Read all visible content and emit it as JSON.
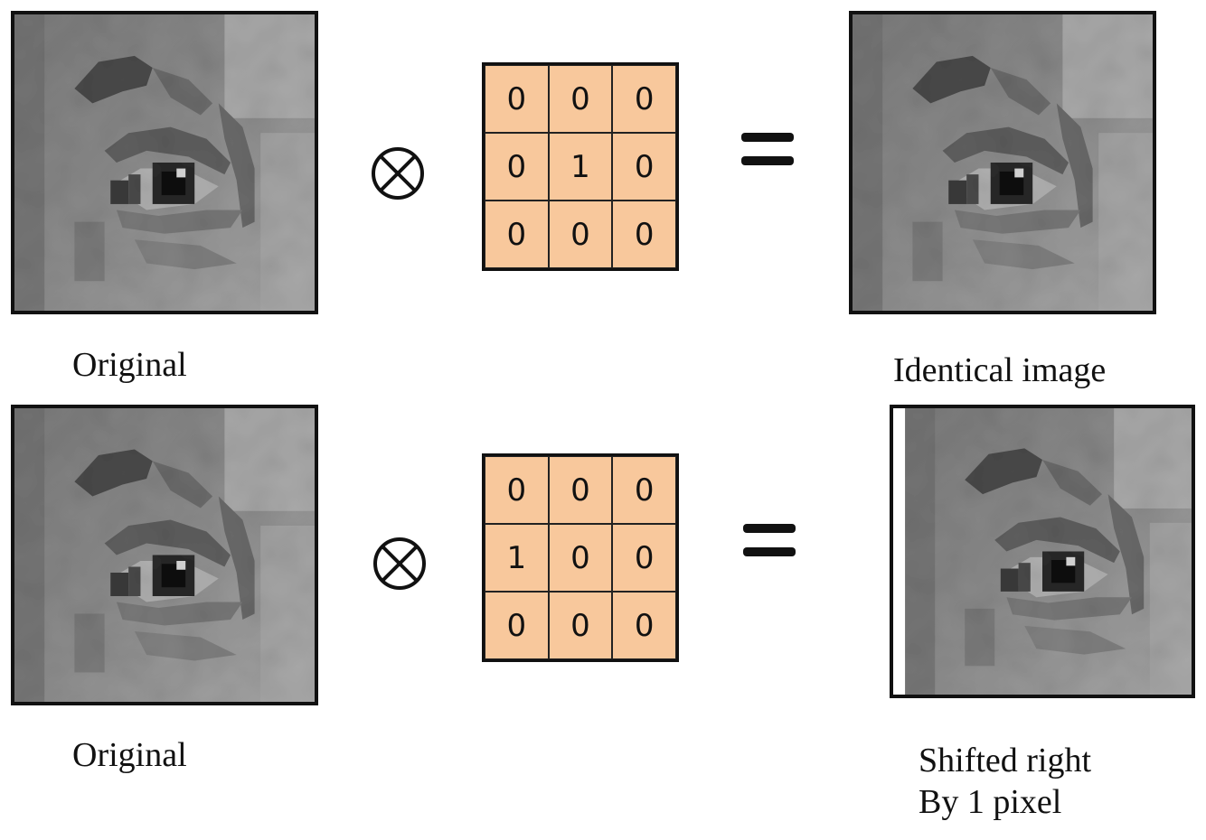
{
  "colors": {
    "kernel_fill": "#f8c89c",
    "border": "#111111",
    "background": "#ffffff"
  },
  "icons": {
    "convolution": "circled-times-icon",
    "equals": "equals-icon"
  },
  "rows": [
    {
      "input_label": "Original",
      "kernel": [
        [
          "0",
          "0",
          "0"
        ],
        [
          "0",
          "1",
          "0"
        ],
        [
          "0",
          "0",
          "0"
        ]
      ],
      "output_label_lines": [
        "Identical image"
      ],
      "output_shift_pixels": 0
    },
    {
      "input_label": "Original",
      "kernel": [
        [
          "0",
          "0",
          "0"
        ],
        [
          "1",
          "0",
          "0"
        ],
        [
          "0",
          "0",
          "0"
        ]
      ],
      "output_label_lines": [
        "Shifted right",
        "By 1 pixel"
      ],
      "output_shift_pixels": 1
    }
  ]
}
